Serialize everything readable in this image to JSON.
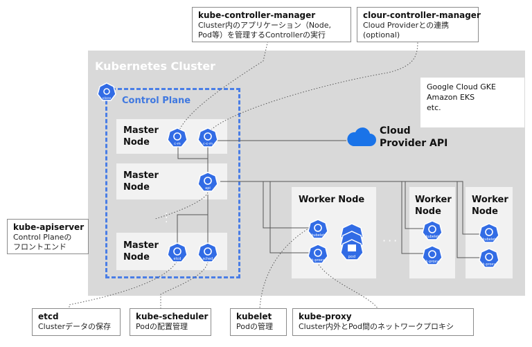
{
  "callouts": {
    "controller_manager": {
      "title": "kube-controller-manager",
      "line1": "Cluster内のアプリケーション（Node,",
      "line2": "Pod等）を管理するControllerの実行"
    },
    "cloud_controller_manager": {
      "title": "clour-controller-manager",
      "line1": "Cloud Providerとの連携",
      "line2": "(optional)"
    },
    "apiserver": {
      "title": "kube-apiserver",
      "line1": "Control Planeの",
      "line2": "フロントエンド"
    },
    "etcd": {
      "title": "etcd",
      "line1": "Clusterデータの保存"
    },
    "scheduler": {
      "title": "kube-scheduler",
      "line1": "Podの配置管理"
    },
    "kubelet": {
      "title": "kubelet",
      "line1": "Podの管理"
    },
    "kube_proxy": {
      "title": "kube-proxy",
      "line1": "Cluster内外とPod間のネットワークプロキシ"
    }
  },
  "cluster": {
    "title": "Kubernetes Cluster"
  },
  "control_plane": {
    "title": "Control Plane",
    "badge_label": "plane"
  },
  "master_nodes": [
    {
      "label": "Master\nNode",
      "icons": [
        "c-m",
        "c-c-m"
      ]
    },
    {
      "label": "Master\nNode",
      "icons": [
        "api"
      ]
    },
    {
      "label": "Master\nNode",
      "icons": [
        "etcd",
        "sched"
      ]
    }
  ],
  "cloud": {
    "label": "Cloud\nProvider API",
    "providers": [
      "Google Cloud GKE",
      "Amazon EKS",
      "etc."
    ]
  },
  "worker_nodes": [
    {
      "label": "Worker Node",
      "icons": [
        "kubelet",
        "k-proxy",
        "pod"
      ]
    },
    {
      "label": "Worker\nNode",
      "icons": [
        "kubelet",
        "k-proxy"
      ]
    },
    {
      "label": "Worker\nNode",
      "icons": [
        "kubelet",
        "k-proxy"
      ]
    }
  ],
  "ellipsis": {
    "vertical": "⋮",
    "horizontal": "···"
  },
  "colors": {
    "k8s_blue": "#326ce5",
    "cluster_gray": "#d9d9d9",
    "node_gray": "#f2f2f2",
    "cloud_blue": "#1a73e8",
    "dashed_blue": "#4a7ee6"
  },
  "icon_names": {
    "kubernetes": "kubernetes-heptagon-icon",
    "cloud": "cloud-icon"
  }
}
